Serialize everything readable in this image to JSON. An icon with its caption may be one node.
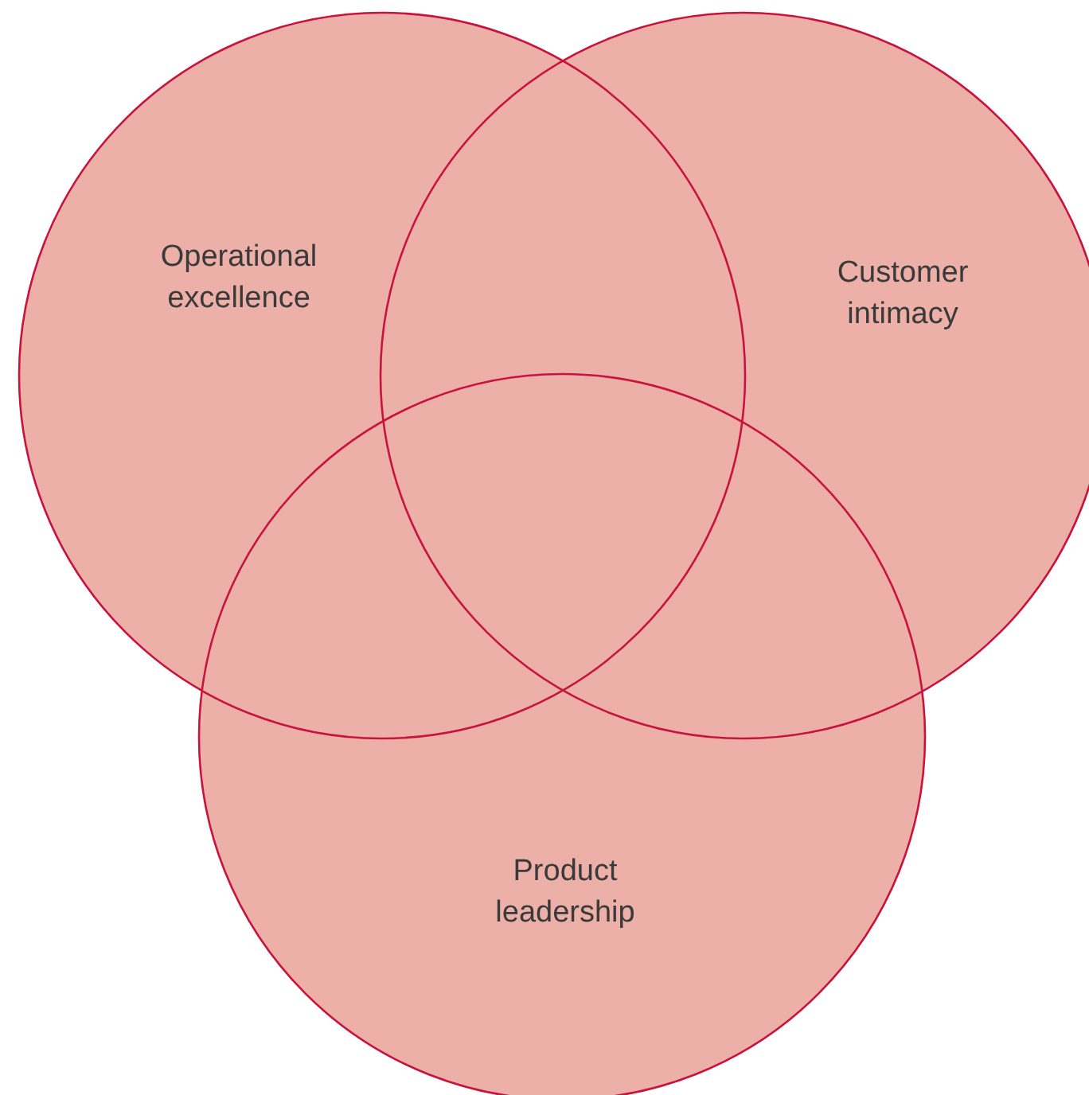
{
  "diagram": {
    "nodes": [
      {
        "text": [
          "Operational excellence"
        ]
      },
      {
        "text": [
          "Customer intimacy"
        ]
      },
      {
        "text": [
          "Product leadership"
        ]
      }
    ]
  }
}
